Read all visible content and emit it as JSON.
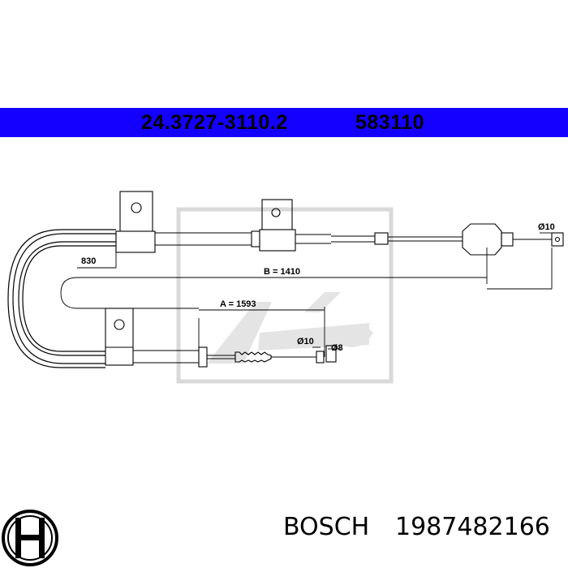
{
  "header": {
    "part_number": "24.3727-3110.2",
    "reference_number": "583110"
  },
  "diagram": {
    "dimension_830": "830",
    "dimension_b": "B = 1410",
    "dimension_a": "A = 1593",
    "diameter_right_end": "Ø10",
    "diameter_lower_end": "Ø10",
    "diameter_lower_tip": "Ø8",
    "watermark_brand": "Ate"
  },
  "footer": {
    "brand": "BOSCH",
    "article_number": "1987482166"
  },
  "colors": {
    "header_bar": "#1400ff",
    "drawing_line": "#000000",
    "watermark": "#d9d9d9"
  }
}
